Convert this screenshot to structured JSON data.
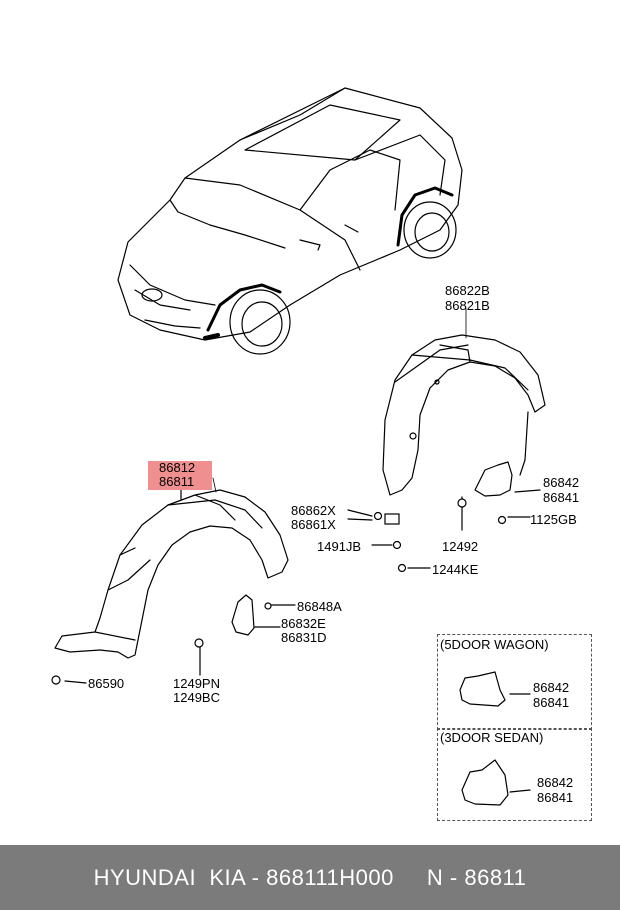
{
  "labels": {
    "p86822B": "86822B",
    "p86821B": "86821B",
    "p86812": "86812",
    "p86811": "86811",
    "p86862X": "86862X",
    "p86861X": "86861X",
    "p1491JB": "1491JB",
    "p1244KE": "1244KE",
    "p12492": "12492",
    "p86842_a": "86842",
    "p86841_a": "86841",
    "p1125GB": "1125GB",
    "p86848A": "86848A",
    "p86832E": "86832E",
    "p86831D": "86831D",
    "p1249PN": "1249PN",
    "p1249BC": "1249BC",
    "p86590": "86590",
    "p86842_b": "86842",
    "p86841_b": "86841",
    "p86842_c": "86842",
    "p86841_c": "86841"
  },
  "insets": {
    "wagon_title": "(5DOOR WAGON)",
    "sedan_title": "(3DOOR SEDAN)"
  },
  "footer": {
    "text": "HYUNDAI  KIA - 868111H000     N - 86811"
  },
  "colors": {
    "highlight": "#ef8f8f",
    "footer_bg": "#7b7b7b"
  }
}
